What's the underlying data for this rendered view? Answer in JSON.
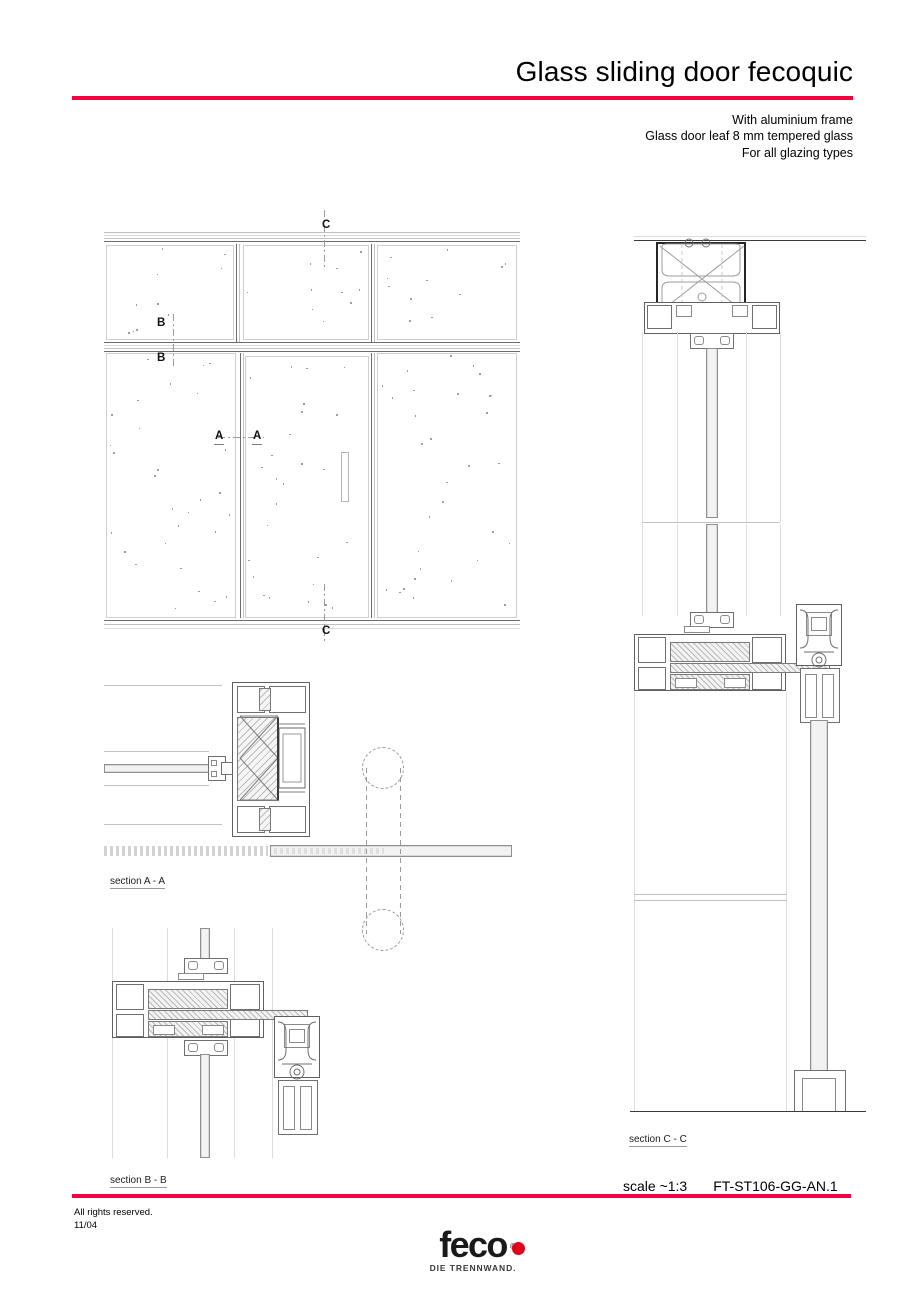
{
  "document": {
    "title": "Glass sliding door fecoquic",
    "subtitle_lines": [
      "With aluminium frame",
      "Glass door leaf 8 mm tempered glass",
      "For all glazing types"
    ],
    "accent_color": "#f4003f"
  },
  "footer": {
    "rights": "All rights reserved.",
    "date": "11/04",
    "logo": {
      "wordmark": "feco",
      "registered": "®",
      "tagline": "DIE TRENNWAND.",
      "dot_color": "#e2001a"
    },
    "scale_label": "scale ~1:3",
    "drawing_number": "FT-ST106-GG-AN.1"
  },
  "drawings": {
    "elevation": {
      "name": "partition elevation with sliding glass door",
      "section_marks": [
        {
          "id": "C-top",
          "label": "C"
        },
        {
          "id": "C-bottom",
          "label": "C"
        },
        {
          "id": "B-upper",
          "label": "B"
        },
        {
          "id": "B-lower",
          "label": "B"
        },
        {
          "id": "A-left",
          "label": "A"
        },
        {
          "id": "A-right",
          "label": "A"
        }
      ]
    },
    "section_a": {
      "caption": "section A - A"
    },
    "section_b": {
      "caption": "section B - B"
    },
    "section_c": {
      "caption": "section C - C"
    }
  }
}
